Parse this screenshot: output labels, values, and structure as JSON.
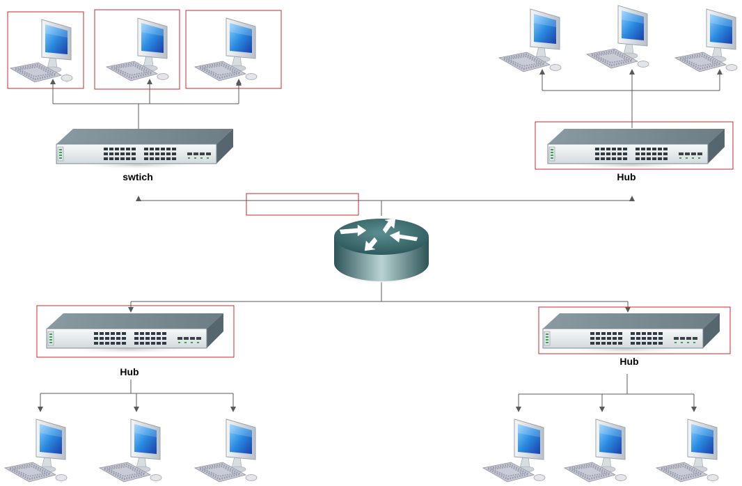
{
  "diagram": {
    "labels": {
      "switch_top_left": "swtich",
      "hub_top_right": "Hub",
      "hub_bottom_left": "Hub",
      "hub_bottom_right": "Hub"
    },
    "nodes": {
      "router": {
        "icon": "router-icon"
      },
      "switch": {
        "icon": "network-switch-icon"
      },
      "hub": {
        "icon": "network-hub-icon"
      },
      "computer": {
        "icon": "desktop-computer-icon"
      }
    },
    "colors": {
      "highlight_box": "#c82828",
      "connector": "#595959",
      "device_body": "#e6ebee",
      "device_top": "#7c8c94",
      "router_body": "#3f6f72",
      "screen": "#1f63c7"
    }
  }
}
